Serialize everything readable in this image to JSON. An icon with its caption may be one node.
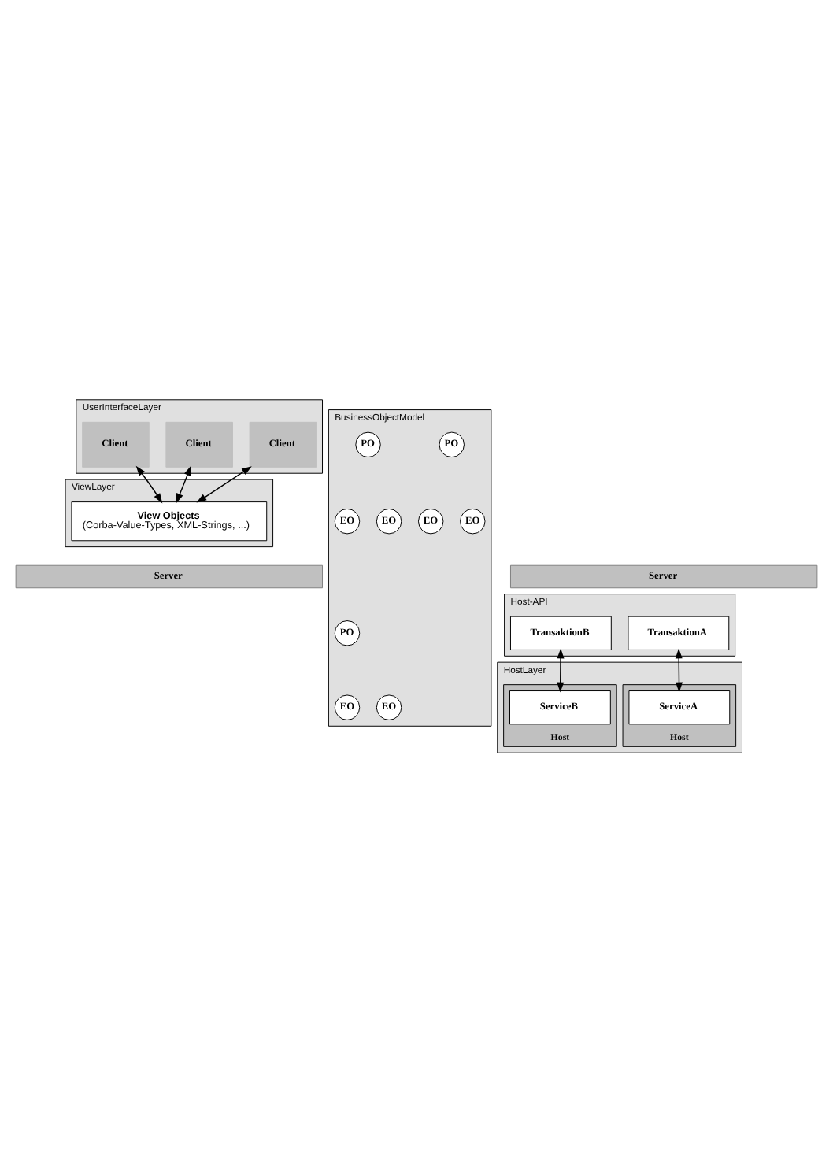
{
  "diagram": {
    "nodes": [
      {
        "text": [
          "UserInterfaceLayer"
        ]
      },
      {
        "text": [
          "Client"
        ],
        "in": 0
      },
      {
        "text": [
          "Client"
        ],
        "in": 0
      },
      {
        "text": [
          "Client"
        ],
        "in": 0
      },
      {
        "text": [
          "ViewLayer"
        ]
      },
      {
        "text": [
          "View Objects",
          "(Corba-Value-Types, XML-Strings, ...)"
        ],
        "in": 4
      },
      {
        "text": [
          "Server"
        ]
      },
      {
        "text": [
          "BusinessObjectModel"
        ]
      },
      {
        "text": [
          "PO"
        ],
        "in": 7
      },
      {
        "text": [
          "PO"
        ],
        "in": 7
      },
      {
        "text": [
          "PO"
        ],
        "in": 7
      },
      {
        "text": [
          "EO"
        ],
        "in": 7
      },
      {
        "text": [
          "EO"
        ],
        "in": 7
      },
      {
        "text": [
          "EO"
        ],
        "in": 7
      },
      {
        "text": [
          "EO"
        ],
        "in": 7
      },
      {
        "text": [
          "EO"
        ],
        "in": 7
      },
      {
        "text": [
          "EO"
        ],
        "in": 7
      },
      {
        "text": [
          "Server"
        ]
      },
      {
        "text": [
          "Host-API"
        ]
      },
      {
        "text": [
          "TransaktionA"
        ],
        "in": 18
      },
      {
        "text": [
          "TransaktionB"
        ],
        "in": 18
      },
      {
        "text": [
          "HostLayer"
        ]
      },
      {
        "text": [
          "Host"
        ],
        "in": 21
      },
      {
        "text": [
          "ServiceA"
        ],
        "in": 22
      },
      {
        "text": [
          "Host"
        ],
        "in": 21
      },
      {
        "text": [
          "ServiceB"
        ],
        "in": 24
      }
    ],
    "edges": [
      {
        "from": 1,
        "to": 5,
        "arrow": "both"
      },
      {
        "from": 2,
        "to": 5,
        "arrow": "both"
      },
      {
        "from": 3,
        "to": 5,
        "arrow": "both"
      },
      {
        "from": 19,
        "to": 23,
        "arrow": "both"
      },
      {
        "from": 20,
        "to": 25,
        "arrow": "both"
      }
    ]
  }
}
